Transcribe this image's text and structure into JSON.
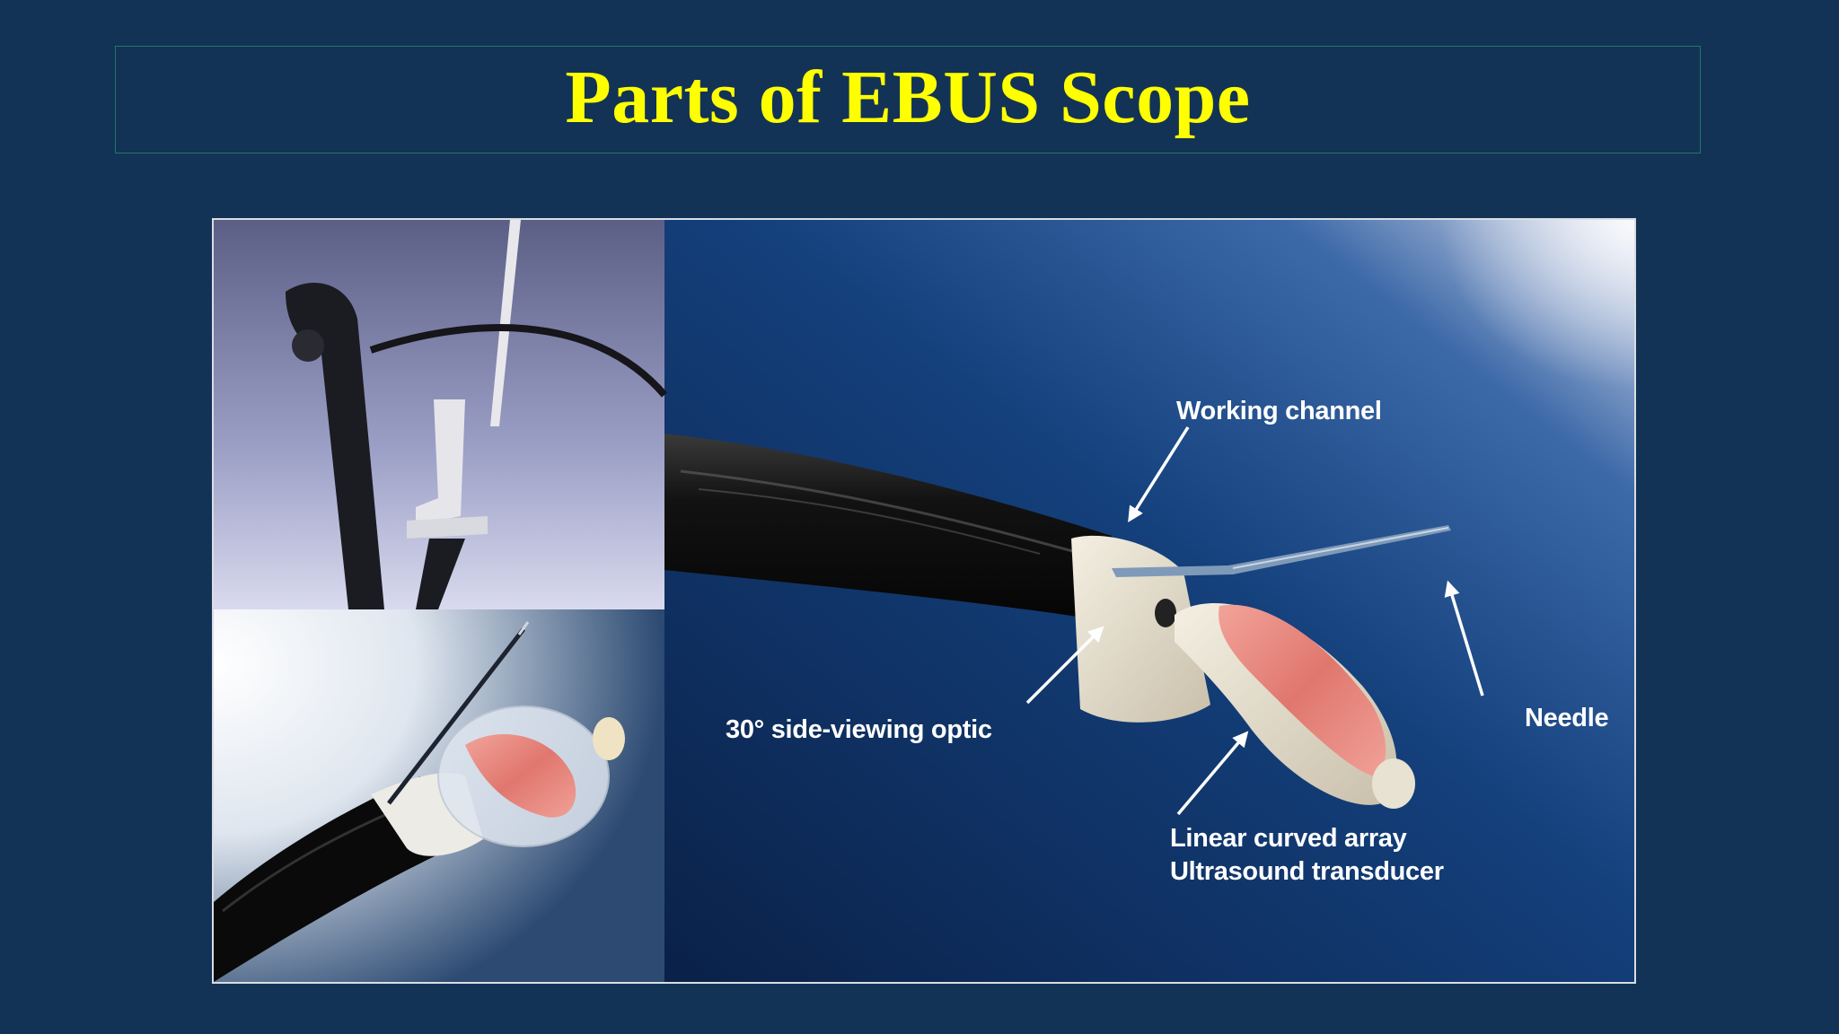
{
  "slide": {
    "title": "Parts of EBUS Scope",
    "background_color": "#123356",
    "title_color": "#ffff00"
  },
  "figure": {
    "labels": {
      "working_channel": "Working channel",
      "side_viewing_optic": "30° side-viewing optic",
      "needle": "Needle",
      "transducer_line1": "Linear curved array",
      "transducer_line2": "Ultrasound transducer"
    }
  }
}
